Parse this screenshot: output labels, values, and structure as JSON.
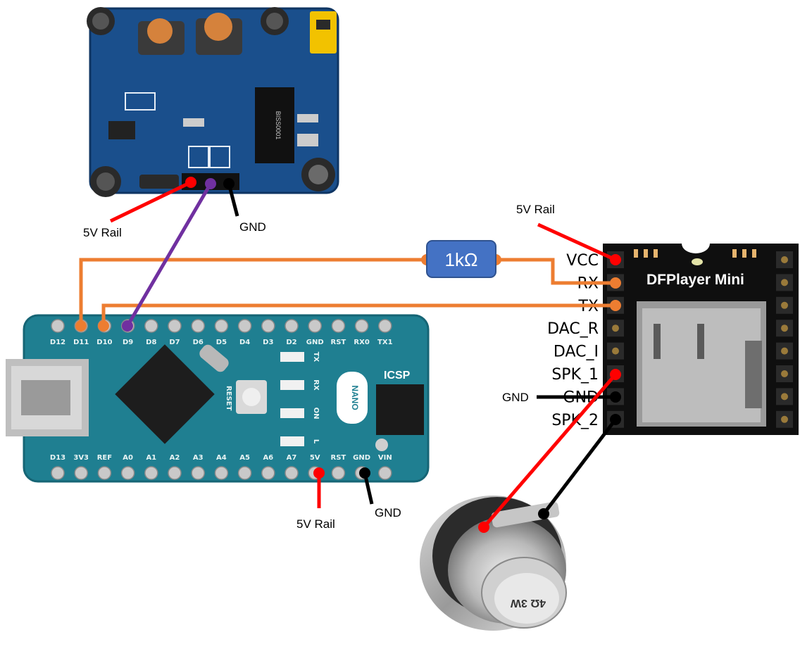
{
  "pir": {
    "chip_text": "BISS0001",
    "vcc_label": "5V Rail",
    "gnd_label": "GND"
  },
  "resistor": {
    "label": "1kΩ"
  },
  "dfplayer": {
    "title": "DFPlayer Mini",
    "vcc_label": "5V Rail",
    "gnd_label": "GND",
    "pins": [
      "VCC",
      "RX",
      "TX",
      "DAC_R",
      "DAC_I",
      "SPK_1",
      "GND",
      "SPK_2"
    ]
  },
  "nano": {
    "top_pins": [
      "D12",
      "D11",
      "D10",
      "D9",
      "D8",
      "D7",
      "D6",
      "D5",
      "D4",
      "D3",
      "D2",
      "GND",
      "RST",
      "RX0",
      "TX1"
    ],
    "bottom_pins": [
      "D13",
      "3V3",
      "REF",
      "A0",
      "A1",
      "A2",
      "A3",
      "A4",
      "A5",
      "A6",
      "A7",
      "5V",
      "RST",
      "GND",
      "VIN"
    ],
    "icsp": "ICSP",
    "nano_badge": "NANO",
    "reset": "RESET",
    "leds": [
      "TX",
      "RX",
      "ON",
      "L"
    ],
    "vcc_label": "5V Rail",
    "gnd_label": "GND"
  },
  "speaker": {
    "marking": "4Ω 3W"
  },
  "colors": {
    "signal_wire": "#ed7d31",
    "pir_signal_wire": "#7030a0",
    "power_wire": "#ff0000",
    "ground_wire": "#000000",
    "resistor_fill": "#4472c4",
    "pcb_blue": "#1a4f8c",
    "nano_teal": "#1f7f91"
  }
}
